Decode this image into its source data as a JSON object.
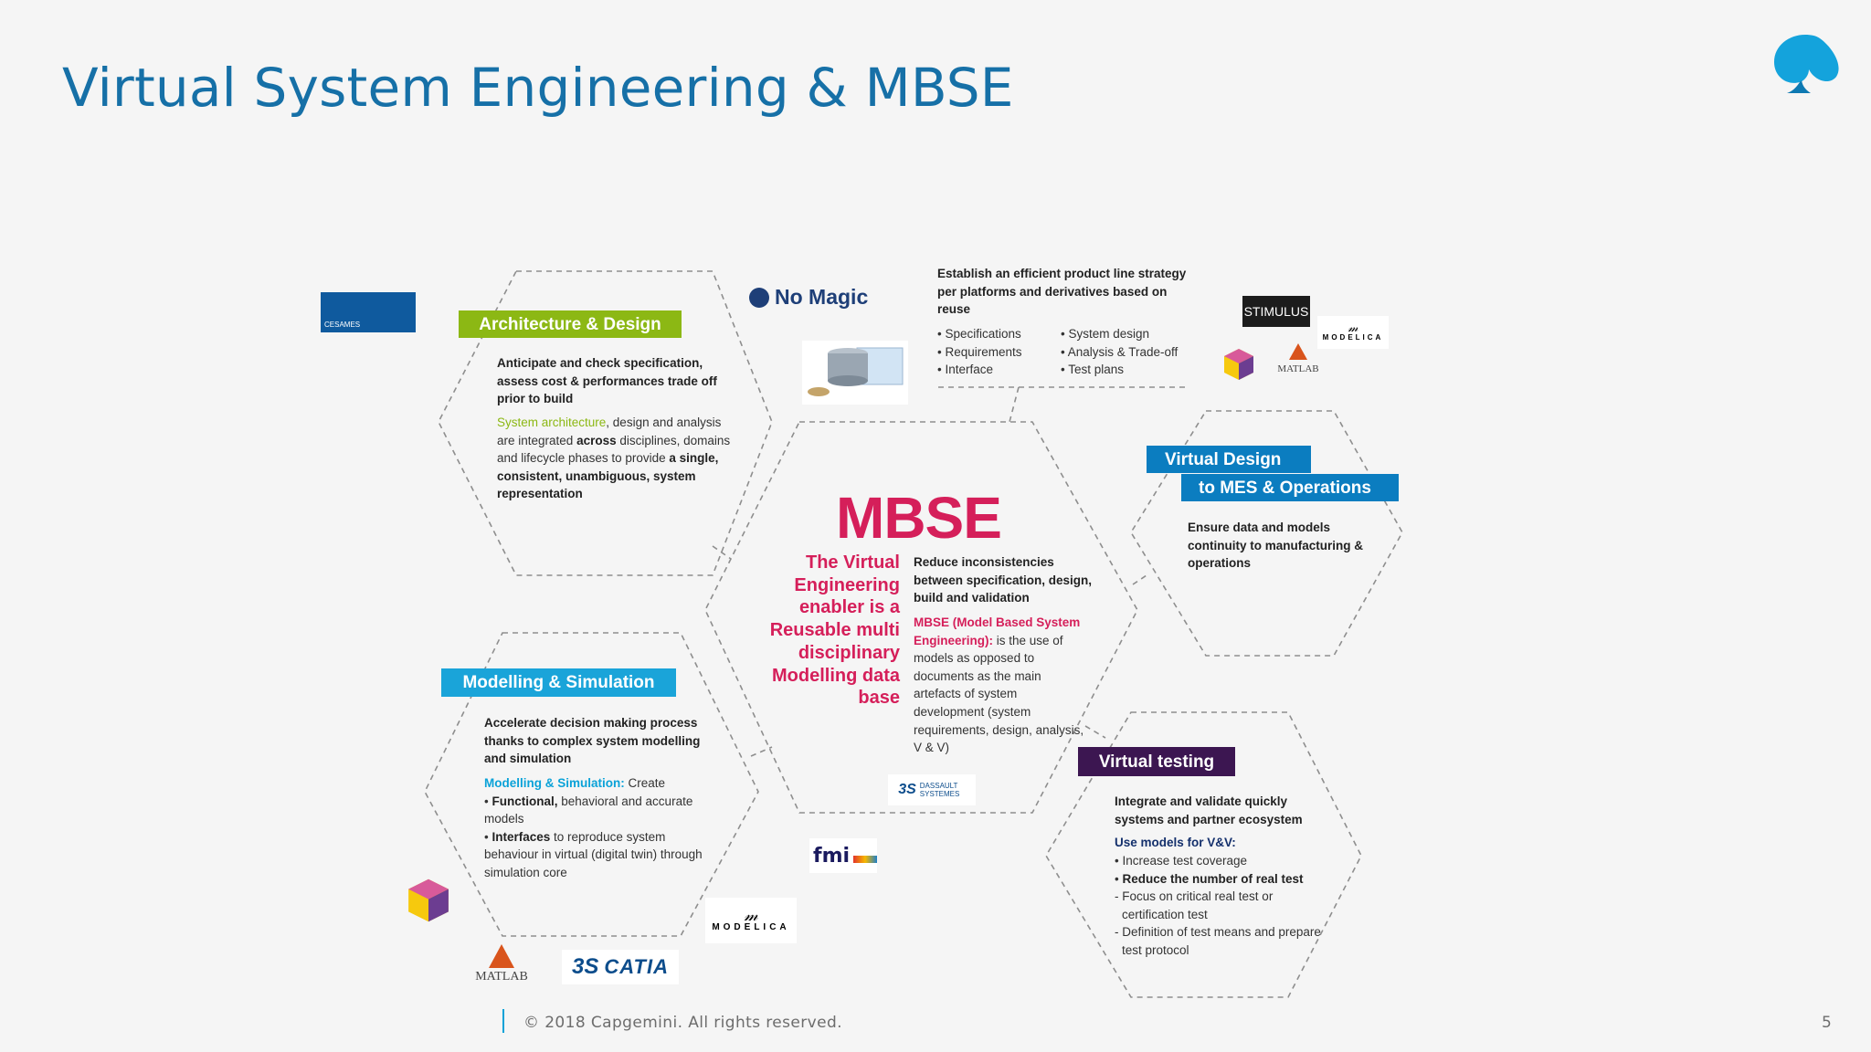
{
  "slide": {
    "title": "Virtual System Engineering & MBSE",
    "footer": "© 2018 Capgemini. All rights reserved.",
    "page_number": "5"
  },
  "mbse": {
    "title": "MBSE",
    "tagline": [
      "The Virtual",
      "Engineering",
      "enabler is a",
      "Reusable multi",
      "disciplinary",
      "Modelling data",
      "base"
    ],
    "summary": "Reduce inconsistencies between specification, design, build and validation",
    "definition_term": "MBSE (Model Based System Engineering):",
    "definition_text": "is the use of models as opposed to documents as the main artefacts of system development (system requirements, design, analysis, V & V)"
  },
  "product_line": {
    "heading": "Establish an efficient product line strategy per platforms and derivatives based on reuse",
    "col1": [
      "Specifications",
      "Requirements",
      "Interface"
    ],
    "col2": [
      "System design",
      "Analysis & Trade-off",
      "Test plans"
    ]
  },
  "architecture": {
    "label": "Architecture & Design",
    "intro": "Anticipate and check specification, assess cost & performances trade off prior to build",
    "highlight": "System architecture",
    "body_1": ", design and analysis are integrated ",
    "body_bold_1": "across",
    "body_2": " disciplines, domains and lifecycle phases to provide ",
    "body_bold_2": "a single, consistent, unambiguous, system representation"
  },
  "modelling": {
    "label": "Modelling & Simulation",
    "intro": "Accelerate decision making process thanks to complex system modelling and simulation",
    "highlight": "Modelling & Simulation:",
    "lead": " Create",
    "item1_bold": "Functional,",
    "item1_rest": " behavioral and accurate models",
    "item2_bold": "Interfaces",
    "item2_rest": " to reproduce system behaviour in virtual (digital twin) through simulation core"
  },
  "virtual_design": {
    "label_line1": "Virtual Design",
    "label_line2": "to MES & Operations",
    "body": "Ensure data and models continuity to manufacturing & operations"
  },
  "virtual_testing": {
    "label": "Virtual testing",
    "intro": "Integrate and validate quickly systems and partner ecosystem",
    "use_heading": "Use models for V&V:",
    "item1": "Increase test coverage",
    "item2": "Reduce the number of real test",
    "sub1": "Focus on critical real test or certification test",
    "sub2": "Definition of test means and prepare test protocol"
  },
  "logos": {
    "no_magic": "No Magic",
    "stimulus": "STIMULUS",
    "modelica": "MODELICA",
    "matlab": "MATLAB",
    "dassault": "DASSAULT SYSTEMES",
    "fmi": "fmi",
    "catia": "CATIA",
    "cesames": "CESAMES"
  },
  "colors": {
    "title_blue": "#1670a7",
    "architecture_green": "#8cb814",
    "modelling_cyan": "#1aa4d9",
    "virtual_design_blue": "#0b7dc0",
    "virtual_testing_purple": "#3c1651",
    "mbse_red": "#d51f5a"
  }
}
